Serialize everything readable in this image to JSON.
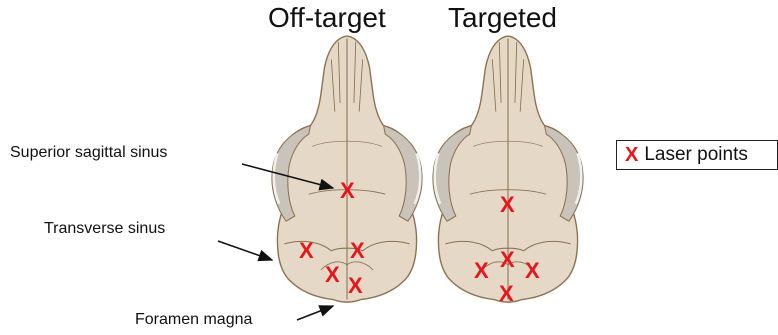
{
  "panels": {
    "off_target": "Off-target",
    "targeted": "Targeted"
  },
  "labels": {
    "superior_sagittal_sinus": "Superior sagittal sinus",
    "transverse_sinus": "Transverse sinus",
    "foramen_magna": "Foramen magna"
  },
  "legend": {
    "marker": "X",
    "text": "Laser points"
  },
  "colors": {
    "laser_point": "#e8151b",
    "skull_fill": "#e6d8c6",
    "skull_outline": "#8a7253"
  }
}
